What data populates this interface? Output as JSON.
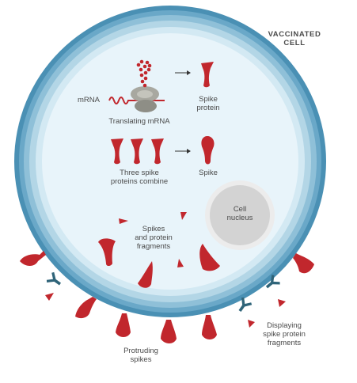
{
  "labels": {
    "vaccinated_cell": [
      "VACCINATED",
      "CELL"
    ],
    "mrna": "mRNA",
    "translating_mrna": "Translating mRNA",
    "spike_protein": [
      "Spike",
      "protein"
    ],
    "three_spike": [
      "Three spike",
      "proteins combine"
    ],
    "spike": "Spike",
    "cell_nucleus": [
      "Cell",
      "nucleus"
    ],
    "spikes_fragments": [
      "Spikes",
      "and protein",
      "fragments"
    ],
    "protruding_spikes": [
      "Protruding",
      "spikes"
    ],
    "displaying": [
      "Displaying",
      "spike protein",
      "fragments"
    ]
  },
  "colors": {
    "spike_red": "#c1272d",
    "membrane_outer": "#4a90b4",
    "membrane_light": "#d6ecf5",
    "cytoplasm": "#e8f4fa",
    "receptor_teal": "#2f6479",
    "nucleus_gray": "#d3d3d3",
    "ribosome_gray": "#a8a8a0"
  },
  "icons": [
    "ribosome-icon",
    "arrow-right-icon",
    "spike-protein-icon",
    "receptor-icon"
  ]
}
